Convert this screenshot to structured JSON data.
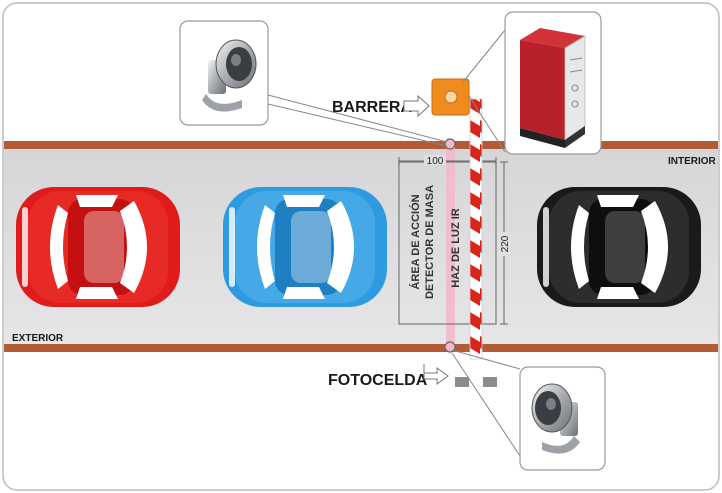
{
  "labels": {
    "barrera": "BARRERA",
    "fotocelda": "FOTOCELDA",
    "interior": "INTERIOR",
    "exterior": "EXTERIOR",
    "area_line1": "ÁREA DE ACCIÓN",
    "area_line2": "DETECTOR DE MASA",
    "ir_beam": "HAZ DE LUZ IR",
    "dim_width": "100",
    "dim_height": "220"
  },
  "colors": {
    "road": "#e0e0e2",
    "road_edge": "#b45a37",
    "barrier_box": "#f08c1e",
    "ir_beam": "#f2b8cc",
    "car_red": "#e01b1b",
    "car_blue": "#2e9be0",
    "car_black": "#1a1a1a",
    "detector_box": "#b8202a"
  },
  "icons": {
    "photocell_top": "photocell-sensor-icon",
    "photocell_bottom": "photocell-sensor-icon",
    "loop_detector": "loop-detector-module-icon",
    "arrow": "right-arrow-icon"
  }
}
